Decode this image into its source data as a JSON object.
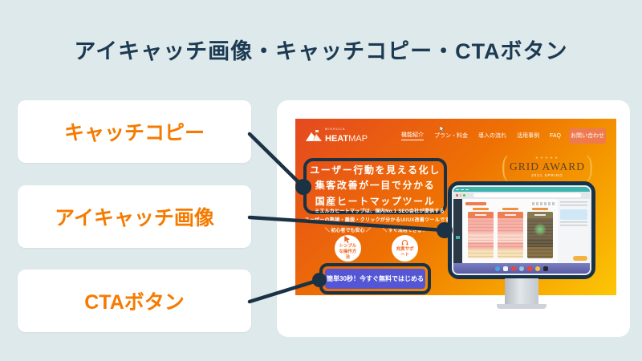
{
  "slide": {
    "title": "アイキャッチ画像・キャッチコピー・CTAボタン",
    "callouts": [
      {
        "label": "キャッチコピー"
      },
      {
        "label": "アイキャッチ画像"
      },
      {
        "label": "CTAボタン"
      }
    ]
  },
  "website": {
    "logo": {
      "small": "MIERUCA",
      "bold": "HEAT",
      "light": "MAP"
    },
    "nav": [
      "機能紹介",
      "プラン・料金",
      "導入の流れ",
      "活用事例",
      "FAQ"
    ],
    "contact_button": "お問い合わせ",
    "headline": [
      "ユーザー行動を見える化し",
      "集客改善が一目で分かる",
      "国産ヒートマップツール"
    ],
    "award": {
      "stars": "★★★★★",
      "title": "GRID AWARD",
      "subtitle": "2021 SPRING"
    },
    "description": [
      "ミエルカヒートマップは、国内No.1 SEO会社が提供する",
      "ユーザーの熟読・離脱・クリックが分かるUI/UX改善ツールです。"
    ],
    "features": [
      {
        "tagline": "＼ 初心者でも安心 ／",
        "icon": "pointer-cursor-icon",
        "label": "シンプルな操作方法"
      },
      {
        "tagline": "＼ すぐ活用できる ／",
        "icon": "headset-icon",
        "label": "充実サポート"
      }
    ],
    "cta_button": "簡単30秒！今すぐ無料ではじめる"
  },
  "colors": {
    "background": "#dee9ec",
    "title_navy": "#1c3b52",
    "accent_orange": "#f57b00",
    "annotation_navy": "#1b3245",
    "cta_purple": "#5456d5",
    "site_gradient_start": "#e5491f",
    "site_gradient_end": "#fcc705"
  }
}
